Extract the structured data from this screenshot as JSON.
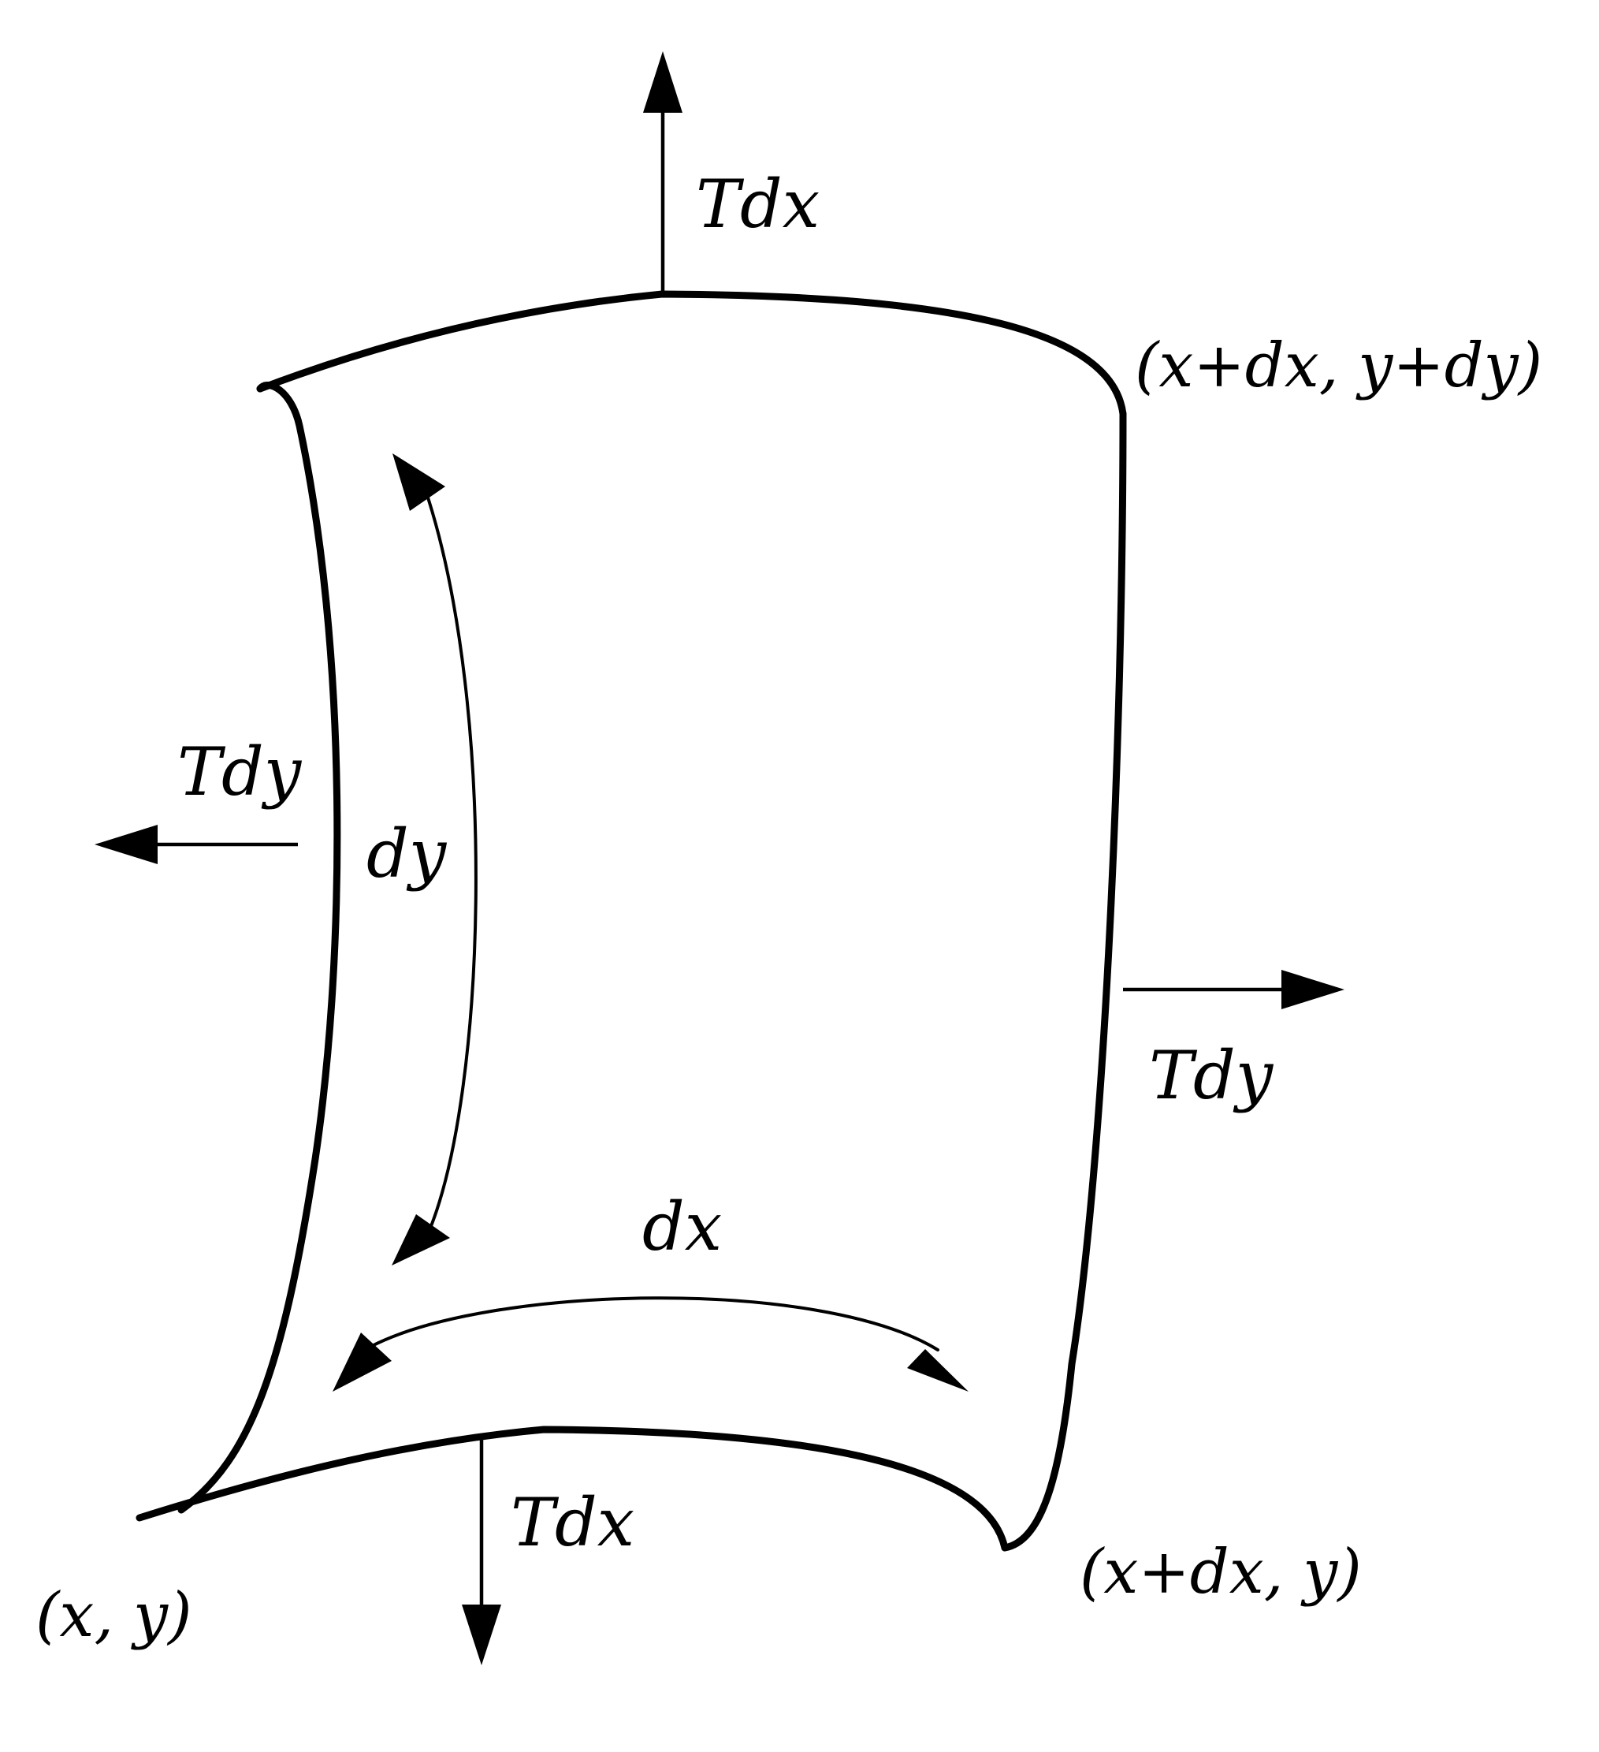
{
  "labels": {
    "force_top": "Tdx",
    "force_bottom": "Tdx",
    "force_left": "Tdy",
    "force_right": "Tdy",
    "dim_vertical": "dy",
    "dim_horizontal": "dx",
    "corner_bottom_left": "(x, y)",
    "corner_bottom_right": "(x+dx, y)",
    "corner_top_right": "(x+dx, y+dy)"
  }
}
